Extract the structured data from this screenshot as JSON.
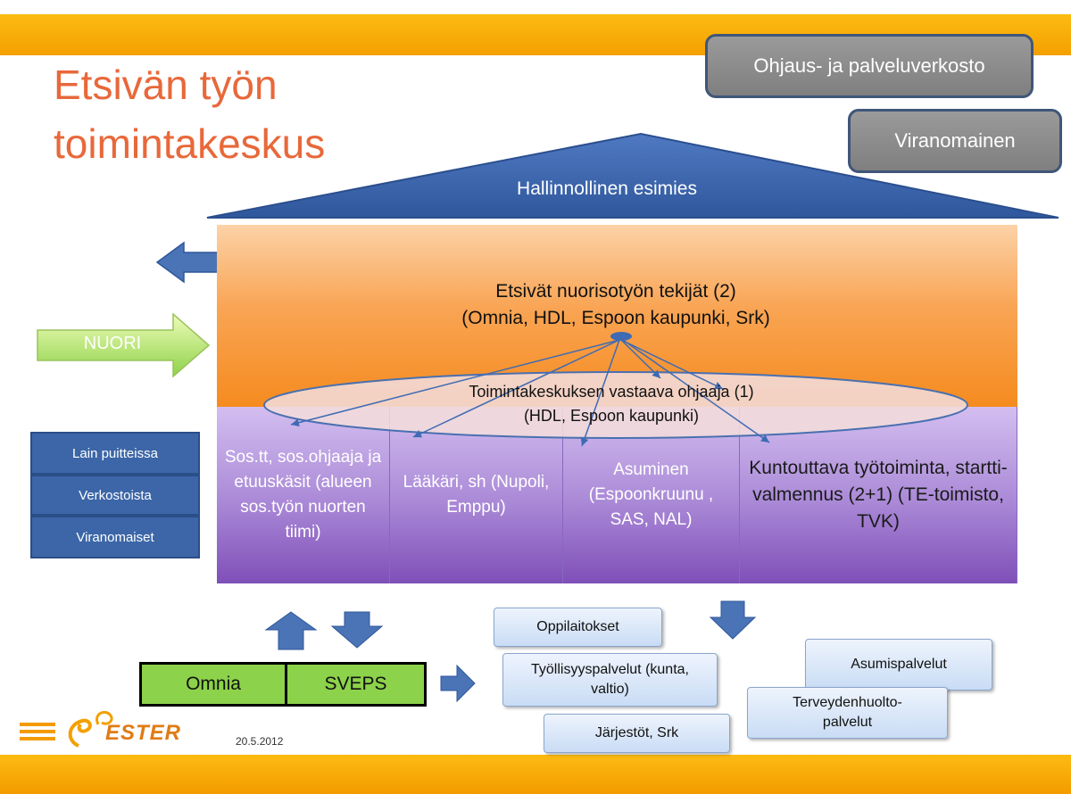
{
  "title": {
    "line1": "Etsivän työn",
    "line2": "toimintakeskus"
  },
  "corner_boxes": {
    "network": "Ohjaus- ja palveluverkosto",
    "authority": "Viranomainen"
  },
  "roof": {
    "label": "Hallinnollinen esimies"
  },
  "youth_workers": {
    "line1": "Etsivät nuorisotyön tekijät (2)",
    "line2": "(Omnia, HDL, Espoon kaupunki, Srk)"
  },
  "center_supervisor": {
    "line1": "Toimintakeskuksen vastaava ohjaaja  (1)",
    "line2": "(HDL, Espoon kaupunki)"
  },
  "nuori": "NUORI",
  "columns": [
    {
      "text": "Sos.tt, sos.ohjaaja ja etuuskäsit (alueen sos.työn nuorten tiimi)"
    },
    {
      "text": "Lääkäri, sh (Nupoli, Emppu)"
    },
    {
      "text": "Asuminen (Espoonkruunu , SAS, NAL)"
    },
    {
      "text": "Kuntouttava työtoiminta, startti-valmennus (2+1) (TE-toimisto, TVK)"
    }
  ],
  "left_boxes": [
    "Lain puitteissa",
    "Verkostoista",
    "Viranomaiset"
  ],
  "bottom_bar": [
    "Omnia",
    "SVEPS"
  ],
  "services": {
    "schools": "Oppilaitokset",
    "employment": "Työllisyyspalvelut (kunta, valtio)",
    "organizations": "Järjestöt, Srk",
    "housing": "Asumispalvelut",
    "health": "Terveydenhuolto-palvelut"
  },
  "footer": {
    "date": "20.5.2012",
    "logo": "ESTER"
  },
  "colors": {
    "accent_yellow": "#fdbb12",
    "title_orange": "#e8683a",
    "roof_blue": "#3d62a8",
    "orange_block": "#f58b1f",
    "purple_block": "#a988d6",
    "green_bar": "#8cd24a"
  }
}
